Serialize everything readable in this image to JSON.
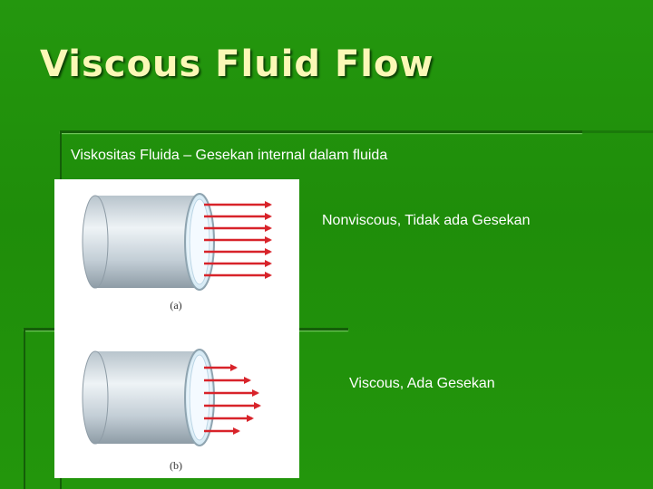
{
  "slide": {
    "title": "Viscous Fluid Flow",
    "subtitle": "Viskositas Fluida – Gesekan internal dalam fluida",
    "figure": {
      "panel_a": {
        "caption": "(a)",
        "label": "Nonviscous, Tidak ada Gesekan"
      },
      "panel_b": {
        "caption": "(b)",
        "label": "Viscous, Ada Gesekan"
      }
    }
  },
  "colors": {
    "background": "#1f8d0a",
    "title": "#fbf8b6",
    "arrow": "#d8232a",
    "pipe": "#c9d4db",
    "pipe_rim": "#e6f3fa"
  }
}
